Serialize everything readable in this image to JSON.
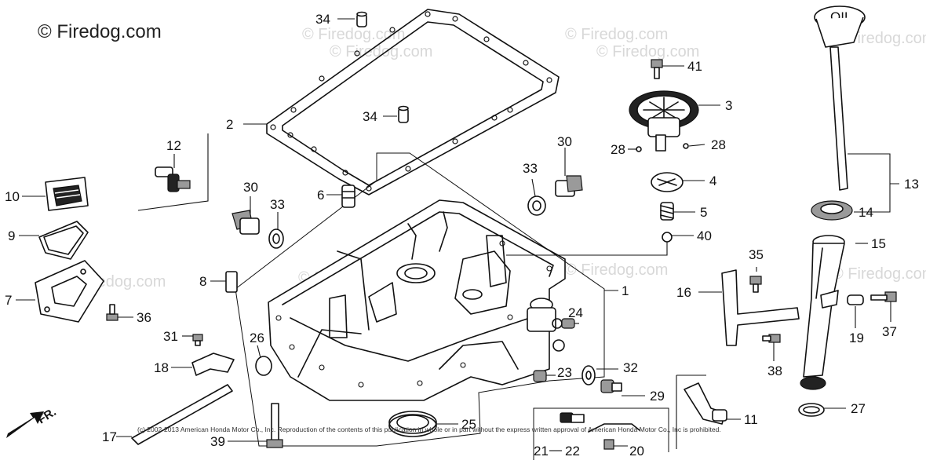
{
  "brand": "© Firedog.com",
  "watermark": "© Firedog.com",
  "copyright": "(c) 2002-2013 American Honda Motor Co., Inc. Reproduction of the contents of this publication in whole or in part without the express written approval of American Honda Motor Co., Inc is prohibited.",
  "direction_label": "FR.",
  "oil_cap_label": "OIL",
  "callouts": [
    "34",
    "2",
    "34",
    "12",
    "10",
    "9",
    "7",
    "36",
    "8",
    "6",
    "30",
    "33",
    "31",
    "18",
    "17",
    "39",
    "26",
    "1",
    "30",
    "33",
    "3",
    "41",
    "28",
    "28",
    "4",
    "5",
    "40",
    "24",
    "23",
    "32",
    "29",
    "25",
    "22",
    "20",
    "11",
    "13",
    "14",
    "15",
    "16",
    "35",
    "38",
    "19",
    "37",
    "27",
    "21"
  ]
}
